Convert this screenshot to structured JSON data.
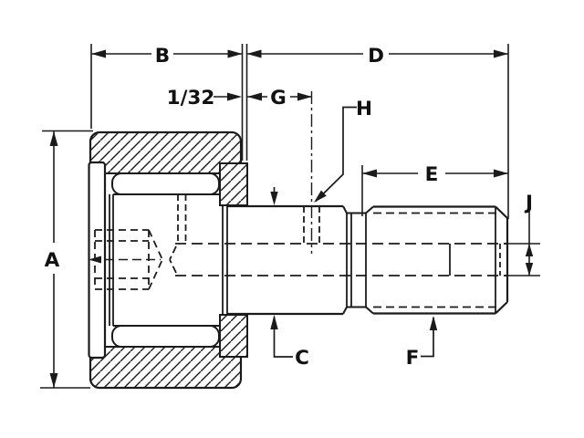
{
  "page": {
    "background": "#ffffff"
  },
  "diagram": {
    "line_color": "#1b1b1b",
    "labels": {
      "A": "A",
      "B": "B",
      "C": "C",
      "D": "D",
      "E": "E",
      "F": "F",
      "G": "G",
      "H": "H",
      "J": "J",
      "gap": "1/32"
    }
  }
}
